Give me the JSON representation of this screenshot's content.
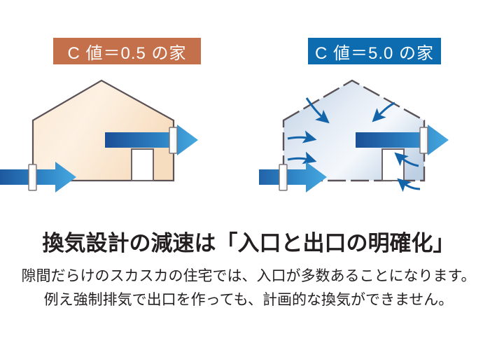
{
  "meta": {
    "colors": {
      "badge_left_bg": "#c4704b",
      "badge_right_bg": "#0d6cb0",
      "badge_text": "#ffffff",
      "text": "#231f20",
      "house_tight_fill_light": "#fdf0e0",
      "house_tight_fill_dark": "#f6dcbd",
      "house_leaky_fill_light": "#ffffff",
      "house_leaky_fill_dark": "#c6d6e8",
      "outline": "#4a4348",
      "arrow_dark": "#1a4f96",
      "arrow_light": "#3ba3de",
      "curve_arrow": "#1464aa",
      "vent_fill": "#ffffff",
      "door_fill": "#ffffff"
    }
  },
  "badges": {
    "left": {
      "label": "C 値＝0.5 の家"
    },
    "right": {
      "label": "C 値＝5.0 の家"
    }
  },
  "illustrations": {
    "left_house": {
      "name": "airtight-house",
      "description": "C値=0.5 の家",
      "fill_style": "beige-gradient",
      "outline_style": "solid",
      "inlet_arrows": 1,
      "outlet_arrows": 1,
      "leak_arrows": 0,
      "vents": 2,
      "doors": 1
    },
    "right_house": {
      "name": "leaky-house",
      "description": "C値=5.0 の家",
      "fill_style": "blue-gradient",
      "outline_style": "dashed",
      "inlet_arrows": 1,
      "outlet_arrows": 1,
      "leak_arrows": 6,
      "vents": 2,
      "doors": 1
    }
  },
  "text": {
    "headline": "換気設計の減速は「入口と出口の明確化」",
    "body_line_1": "隙間だらけのスカスカの住宅では、入口が多数あることになります。",
    "body_line_2": "例え強制排気で出口を作っても、計画的な換気ができません。"
  }
}
